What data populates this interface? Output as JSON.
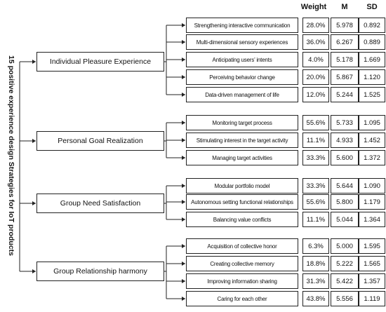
{
  "root_label": "15 positive experience design Strategies for IoT products",
  "headers": {
    "weight": "Weight",
    "m": "M",
    "sd": "SD"
  },
  "categories": [
    {
      "name": "Individual Pleasure Experience",
      "strategies": [
        {
          "name": "Strengthening interactive communication",
          "weight": "28.0%",
          "m": "5.978",
          "sd": "0.892"
        },
        {
          "name": "Multi-dimensional sensory experiences",
          "weight": "36.0%",
          "m": "6.267",
          "sd": "0.889"
        },
        {
          "name": "Anticipating users’ intents",
          "weight": "4.0%",
          "m": "5.178",
          "sd": "1.669"
        },
        {
          "name": "Perceiving behavior change",
          "weight": "20.0%",
          "m": "5.867",
          "sd": "1.120"
        },
        {
          "name": "Data-driven management of life",
          "weight": "12.0%",
          "m": "5.244",
          "sd": "1.525"
        }
      ]
    },
    {
      "name": "Personal Goal Realization",
      "strategies": [
        {
          "name": "Monitoring target process",
          "weight": "55.6%",
          "m": "5.733",
          "sd": "1.095"
        },
        {
          "name": "Stimulating interest in the target activity",
          "weight": "11.1%",
          "m": "4.933",
          "sd": "1.452"
        },
        {
          "name": "Managing target activities",
          "weight": "33.3%",
          "m": "5.600",
          "sd": "1.372"
        }
      ]
    },
    {
      "name": "Group Need Satisfaction",
      "strategies": [
        {
          "name": "Modular portfolio model",
          "weight": "33.3%",
          "m": "5.644",
          "sd": "1.090"
        },
        {
          "name": "Autonomous setting functional relationships",
          "weight": "55.6%",
          "m": "5.800",
          "sd": "1.179"
        },
        {
          "name": "Balancing value conflicts",
          "weight": "11.1%",
          "m": "5.044",
          "sd": "1.364"
        }
      ]
    },
    {
      "name": "Group Relationship harmony",
      "strategies": [
        {
          "name": "Acquisition of collective honor",
          "weight": "6.3%",
          "m": "5.000",
          "sd": "1.595"
        },
        {
          "name": "Creating collective memory",
          "weight": "18.8%",
          "m": "5.222",
          "sd": "1.565"
        },
        {
          "name": "Improving information sharing",
          "weight": "31.3%",
          "m": "5.422",
          "sd": "1.357"
        },
        {
          "name": "Caring for each other",
          "weight": "43.8%",
          "m": "5.556",
          "sd": "1.119"
        }
      ]
    }
  ]
}
